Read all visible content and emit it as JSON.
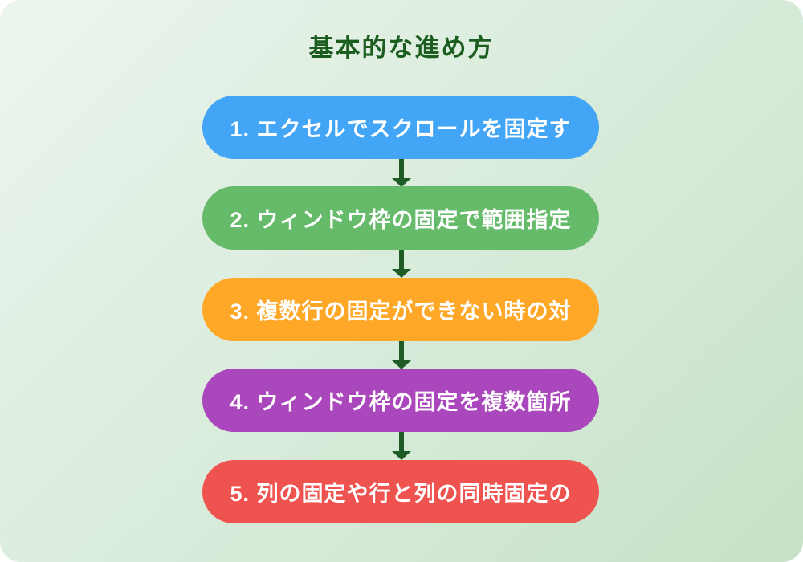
{
  "title": "基本的な進め方",
  "title_color": "#1b5e20",
  "background": {
    "gradient_start": "#ecf5ee",
    "gradient_end": "#c6e2c8"
  },
  "arrow_color": "#1e5b25",
  "step_text_color": "#ffffff",
  "steps": [
    {
      "label": "1. エクセルでスクロールを固定す",
      "color": "#42a5f5"
    },
    {
      "label": "2. ウィンドウ枠の固定で範囲指定",
      "color": "#66bb6a"
    },
    {
      "label": "3. 複数行の固定ができない時の対",
      "color": "#ffa726"
    },
    {
      "label": "4. ウィンドウ枠の固定を複数箇所",
      "color": "#ab47bc"
    },
    {
      "label": "5. 列の固定や行と列の同時固定の",
      "color": "#ef5350"
    }
  ]
}
